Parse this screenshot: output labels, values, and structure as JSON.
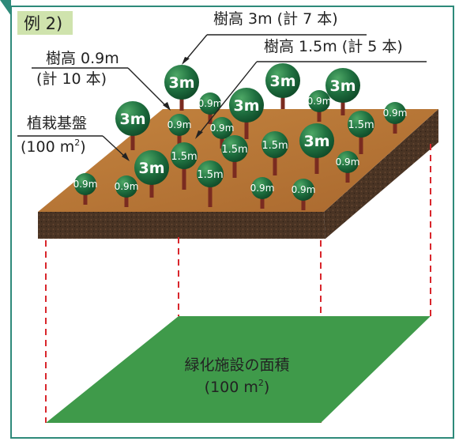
{
  "example_tag": "例 2)",
  "annotations": {
    "tall": "樹高 3m (計 7 本)",
    "mid": "樹高 1.5m (計 5 本)",
    "small_line1": "樹高 0.9m",
    "small_line2": "(計 10 本)",
    "base_line1": "植栽基盤",
    "base_line2_prefix": "(100 m",
    "base_line2_suffix": ")",
    "superscript": "2"
  },
  "green_area": {
    "line1": "緑化施設の面積",
    "line2_prefix": "(100 m",
    "line2_suffix": ")",
    "superscript": "2"
  },
  "tree_labels": {
    "tall": "3m",
    "mid": "1.5m",
    "small": "0.9m"
  },
  "trees": [
    {
      "height_m": 3,
      "label": "3m"
    },
    {
      "height_m": 3,
      "label": "3m"
    },
    {
      "height_m": 3,
      "label": "3m"
    },
    {
      "height_m": 3,
      "label": "3m"
    },
    {
      "height_m": 3,
      "label": "3m"
    },
    {
      "height_m": 3,
      "label": "3m"
    },
    {
      "height_m": 3,
      "label": "3m"
    },
    {
      "height_m": 1.5,
      "label": "1.5m"
    },
    {
      "height_m": 1.5,
      "label": "1.5m"
    },
    {
      "height_m": 1.5,
      "label": "1.5m"
    },
    {
      "height_m": 1.5,
      "label": "1.5m"
    },
    {
      "height_m": 1.5,
      "label": "1.5m"
    },
    {
      "height_m": 0.9,
      "label": "0.9m"
    },
    {
      "height_m": 0.9,
      "label": "0.9m"
    },
    {
      "height_m": 0.9,
      "label": "0.9m"
    },
    {
      "height_m": 0.9,
      "label": "0.9m"
    },
    {
      "height_m": 0.9,
      "label": "0.9m"
    },
    {
      "height_m": 0.9,
      "label": "0.9m"
    },
    {
      "height_m": 0.9,
      "label": "0.9m"
    },
    {
      "height_m": 0.9,
      "label": "0.9m"
    },
    {
      "height_m": 0.9,
      "label": "0.9m"
    },
    {
      "height_m": 0.9,
      "label": "0.9m"
    }
  ],
  "colors": {
    "frame": "#2e8a7a",
    "tag_bg": "#cfe3ad",
    "soil_top": "#b9773a",
    "soil_side": "#4a3424",
    "trunk": "#7a2b20",
    "canopy": "#1e6b3a",
    "canopy_light": "#3f9a5a",
    "green_area": "#3f9a4a",
    "dashed": "#d9262c"
  }
}
